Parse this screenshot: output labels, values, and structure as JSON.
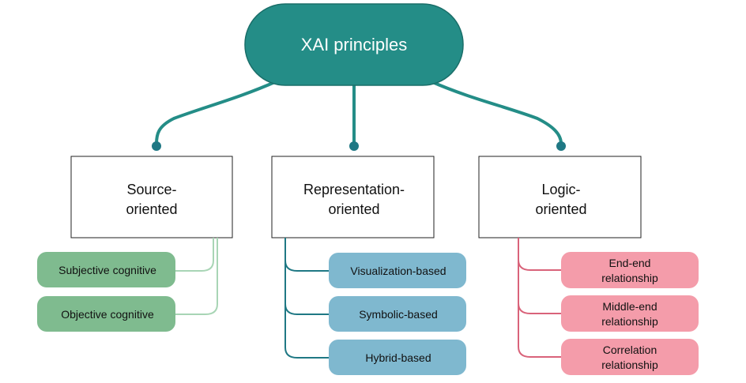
{
  "root": {
    "label": "XAI principles",
    "color": "#248D87"
  },
  "categories": [
    {
      "line1": "Source-",
      "line2": "oriented",
      "accent": "#93CCA6",
      "leaf_color": "#7FBB8F",
      "leaves": [
        {
          "line1": "Subjective cognitive"
        },
        {
          "line1": "Objective cognitive"
        }
      ]
    },
    {
      "line1": "Representation-",
      "line2": "oriented",
      "accent": "#1F7884",
      "leaf_color": "#7FB8CF",
      "leaves": [
        {
          "line1": "Visualization-based"
        },
        {
          "line1": "Symbolic-based"
        },
        {
          "line1": "Hybrid-based"
        }
      ]
    },
    {
      "line1": "Logic-",
      "line2": "oriented",
      "accent": "#D9637A",
      "leaf_color": "#F49CAA",
      "leaves": [
        {
          "line1": "End-end",
          "line2": "relationship"
        },
        {
          "line1": "Middle-end",
          "line2": "relationship"
        },
        {
          "line1": "Correlation",
          "line2": "relationship"
        }
      ]
    }
  ]
}
